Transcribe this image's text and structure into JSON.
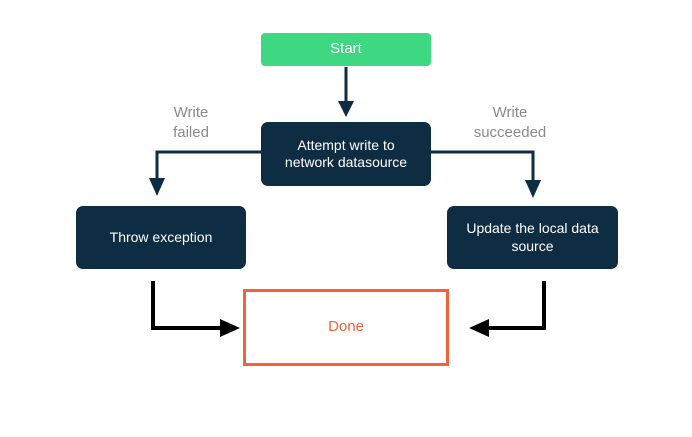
{
  "diagram": {
    "type": "flowchart",
    "background": "#ffffff",
    "colors": {
      "start_fill": "#3ed882",
      "process_fill": "#0e2d42",
      "process_text": "#ffffff",
      "terminal_border": "#f2633a",
      "terminal_text": "#f2633a",
      "terminal_fill": "#ffffff",
      "edge_label_text": "#8a8a8a",
      "connector_navy": "#0e2d42",
      "connector_black": "#000000"
    },
    "nodes": [
      {
        "id": "start",
        "label": "Start",
        "shape": "rounded-rect",
        "style": "start"
      },
      {
        "id": "attempt",
        "label": "Attempt write to network datasource",
        "shape": "rounded-rect",
        "style": "process"
      },
      {
        "id": "throw",
        "label": "Throw exception",
        "shape": "rounded-rect",
        "style": "process"
      },
      {
        "id": "update",
        "label": "Update the local data source",
        "shape": "rounded-rect",
        "style": "process"
      },
      {
        "id": "done",
        "label": "Done",
        "shape": "rect",
        "style": "terminal"
      }
    ],
    "edges": [
      {
        "from": "start",
        "to": "attempt",
        "label": "",
        "color": "#0e2d42"
      },
      {
        "from": "attempt",
        "to": "throw",
        "label": "Write\nfailed",
        "color": "#0e2d42"
      },
      {
        "from": "attempt",
        "to": "update",
        "label": "Write\nsucceeded",
        "color": "#0e2d42"
      },
      {
        "from": "throw",
        "to": "done",
        "label": "",
        "color": "#000000"
      },
      {
        "from": "update",
        "to": "done",
        "label": "",
        "color": "#000000"
      }
    ],
    "edge_labels": {
      "write_failed": "Write\nfailed",
      "write_succeeded": "Write\nsucceeded"
    }
  }
}
